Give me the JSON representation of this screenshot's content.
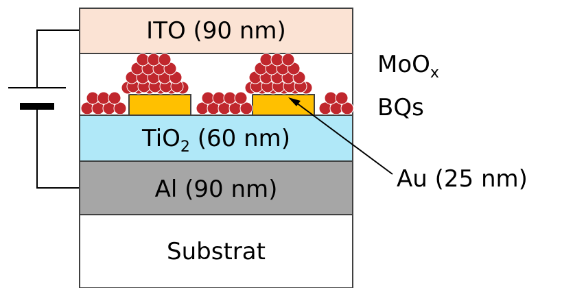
{
  "layers": {
    "ito": {
      "label": "ITO (90 nm)",
      "color": "#fbe3d4"
    },
    "active": {
      "color": "#ffffff"
    },
    "tio2": {
      "label_main": "TiO",
      "label_sub": "2",
      "label_rest": " (60 nm)",
      "color": "#b0e8f8"
    },
    "al": {
      "label": "Al (90 nm)",
      "color": "#a6a6a6"
    },
    "substrate": {
      "label": "Substrat",
      "color": "#ffffff"
    }
  },
  "annotations": {
    "moox": {
      "main": "MoO",
      "sub": "x"
    },
    "bqs": {
      "label": "BQs"
    },
    "au": {
      "label": "Au (25 nm)"
    }
  },
  "colors": {
    "outline": "#404040",
    "dot_fill": "#c0272d",
    "dot_stroke": "#ffffff",
    "gold": "#ffc000",
    "gold_stroke": "#404040",
    "wire": "#000000"
  }
}
